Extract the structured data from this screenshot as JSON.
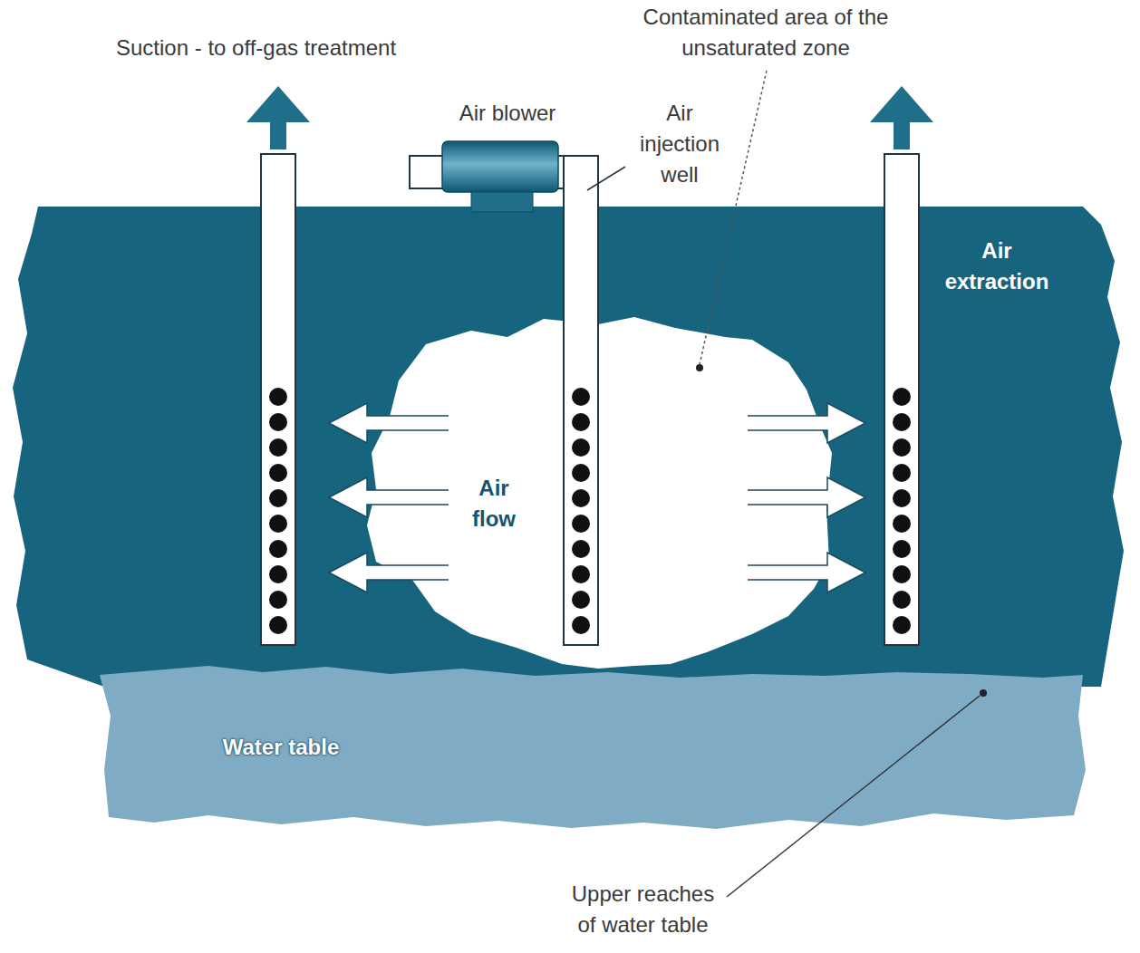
{
  "diagram": {
    "nodes": [
      {
        "text": [
          "Air extraction"
        ]
      },
      {
        "text": [
          "Air flow"
        ],
        "in": 0
      },
      {
        "text": [
          "Water table"
        ]
      }
    ],
    "labels": [
      "Suction - to off-gas treatment",
      "Air blower",
      "Air injection well",
      "Contaminated area of the unsaturated zone",
      "Upper reaches of water table"
    ]
  }
}
